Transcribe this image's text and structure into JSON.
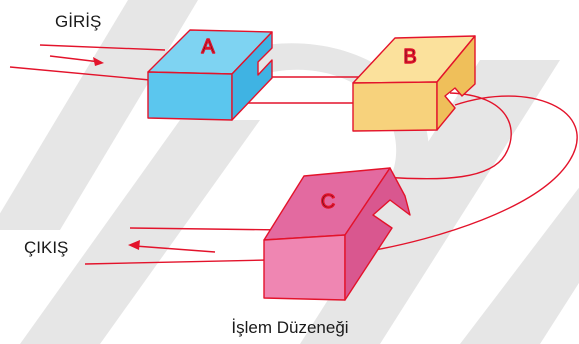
{
  "labels": {
    "input": "GİRİŞ",
    "output": "ÇIKIŞ",
    "caption": "İşlem Düzeneği"
  },
  "blocks": [
    {
      "id": "a",
      "letter": "A"
    },
    {
      "id": "b",
      "letter": "B"
    },
    {
      "id": "c",
      "letter": "C"
    }
  ],
  "colors": {
    "line": "#e3132b",
    "block_a": "#5bc6ee",
    "block_b": "#f7d27c",
    "block_c": "#ef86b2",
    "watermark": "#e6e6e6"
  }
}
